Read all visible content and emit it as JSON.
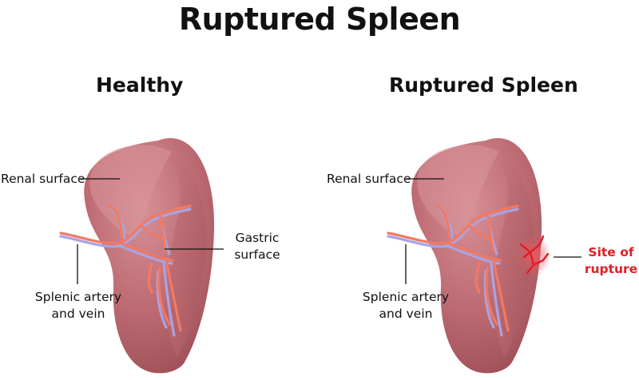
{
  "title": "Ruptured Spleen",
  "healthy": {
    "heading": "Healthy",
    "labels": {
      "renal": "Renal surface",
      "gastric_line1": "Gastric",
      "gastric_line2": "surface",
      "vessel_line1": "Splenic artery",
      "vessel_line2": "and vein"
    }
  },
  "ruptured": {
    "heading": "Ruptured Spleen",
    "labels": {
      "renal": "Renal surface",
      "vessel_line1": "Splenic artery",
      "vessel_line2": "and vein",
      "site_line1": "Site of",
      "site_line2": "rupture"
    }
  },
  "colors": {
    "spleen_fill": "#b9646b",
    "spleen_light": "#d38a8f",
    "spleen_shadow": "#9a4c53",
    "artery": "#f07a63",
    "vein": "#a9a4e0",
    "rupture": "#e31d24"
  }
}
